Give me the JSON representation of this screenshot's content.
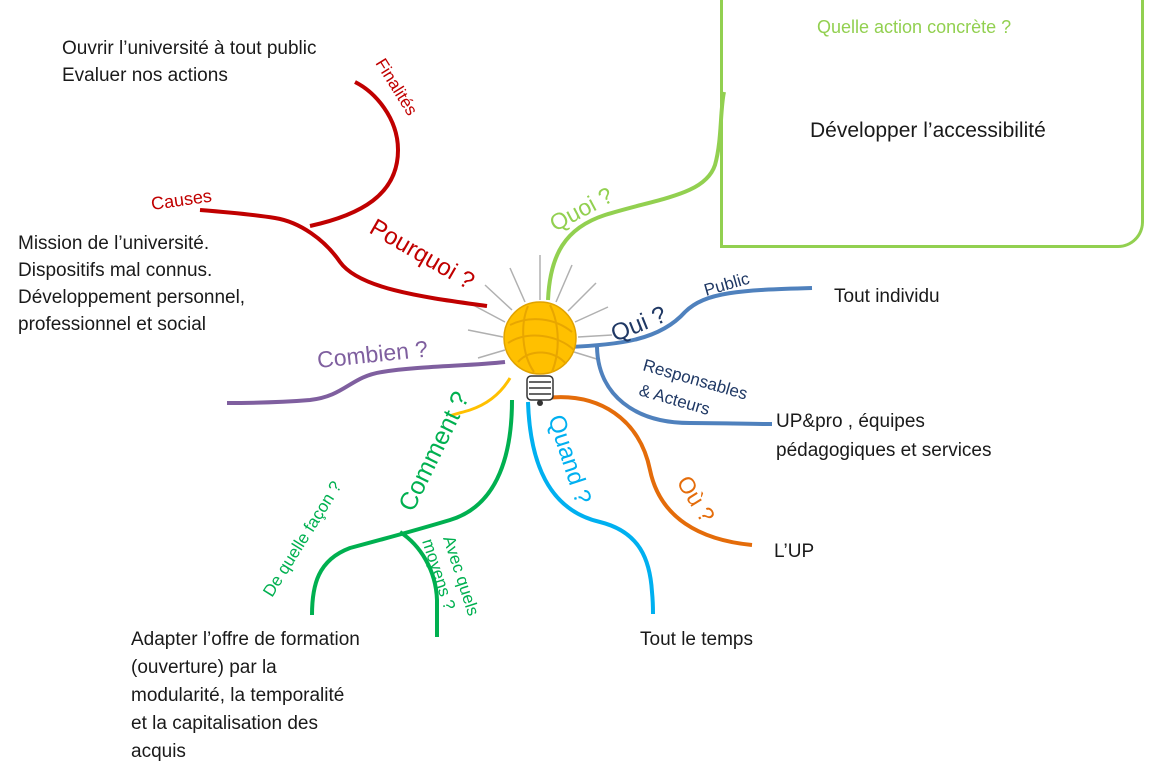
{
  "colors": {
    "pourquoi": "#c00000",
    "quoi": "#92d050",
    "qui": "#4f81bd",
    "combien": "#7f5f9f",
    "comment": "#00b050",
    "quand": "#00b0f0",
    "ou": "#e46c0a",
    "text": "#1a1a1a",
    "bulb": "#ffc000"
  },
  "center": {
    "icon": "yarn-lightbulb-icon"
  },
  "pourquoi": {
    "label": "Pourquoi ?",
    "finalites": {
      "label": "Finalités",
      "text": [
        "Ouvrir l’université à tout public",
        "Evaluer nos actions"
      ]
    },
    "causes": {
      "label": "Causes",
      "text": [
        "Mission de l’université.",
        "Dispositifs mal connus.",
        "Développement personnel,",
        "professionnel et social"
      ]
    }
  },
  "quoi": {
    "label": "Quoi ?",
    "box_title": "Quelle action concrète ?",
    "box_text": "Développer  l’accessibilité"
  },
  "qui": {
    "label": "Qui ?",
    "public": {
      "label": "Public",
      "text": "Tout individu"
    },
    "responsables": {
      "label_line1": "Responsables",
      "label_line2": "& Acteurs",
      "text": [
        "UP&pro , équipes",
        "pédagogiques et services"
      ]
    }
  },
  "combien": {
    "label": "Combien ?"
  },
  "comment": {
    "label": "Comment ?",
    "facon": {
      "label": "De quelle façon ?",
      "text": [
        "Adapter l’offre de formation",
        "(ouverture) par la",
        "modularité, la temporalité",
        "et la capitalisation des",
        "acquis"
      ]
    },
    "moyens": {
      "label_line1": "Avec quels",
      "label_line2": "moyens ?"
    }
  },
  "quand": {
    "label": "Quand ?",
    "text": "Tout le temps"
  },
  "ou": {
    "label": "Où ?",
    "text": "L’UP"
  }
}
